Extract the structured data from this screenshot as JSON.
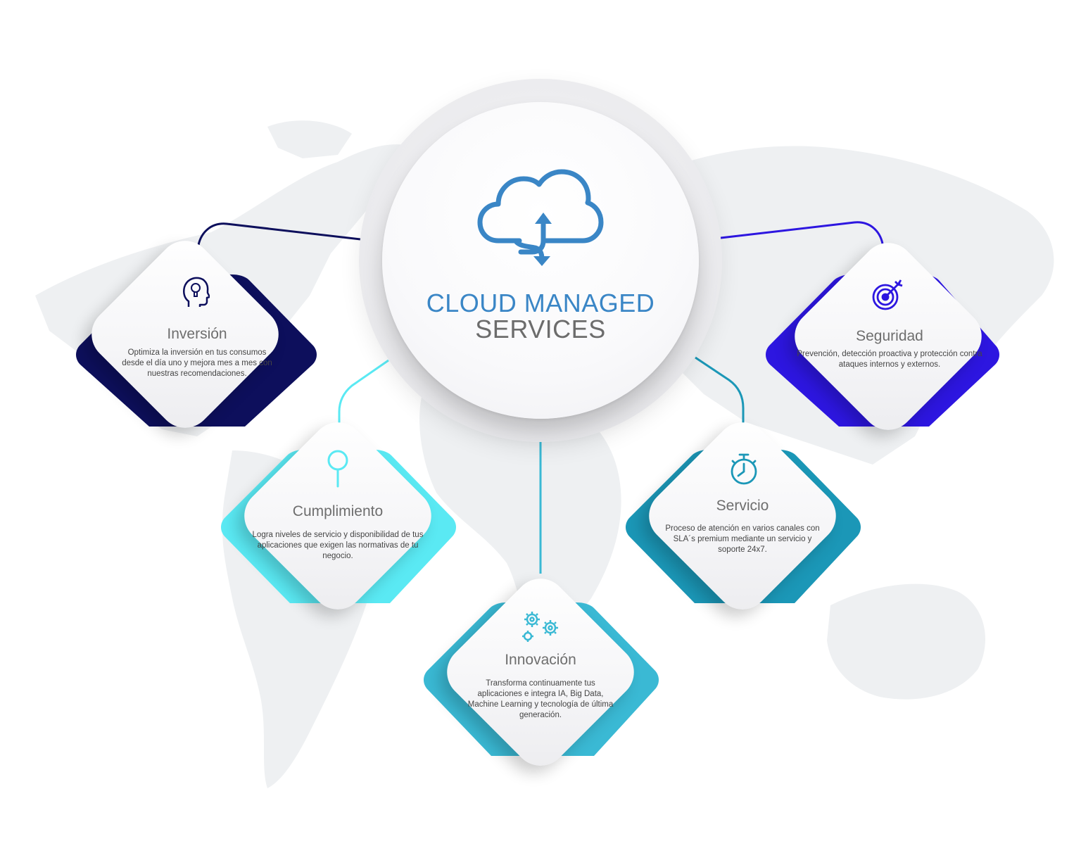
{
  "hub": {
    "title": "CLOUD MANAGED",
    "subtitle": "SERVICES",
    "icon": "cloud-sync-icon",
    "title_color": "#3a86c6",
    "subtitle_color": "#6c6c6c"
  },
  "cards": {
    "inversion": {
      "title": "Inversión",
      "description": "Optimiza la inversión en tus consumos desde el día uno y mejora mes a mes con nuestras recomendaciones.",
      "icon": "head-lightbulb-icon",
      "color": "#0d0f5c"
    },
    "cumplimiento": {
      "title": "Cumplimiento",
      "description": "Logra niveles de servicio y disponibilidad de tus aplicaciones que exigen las normativas de tu negocio.",
      "icon": "magnifier-icon",
      "color": "#5ae9f3"
    },
    "innovacion": {
      "title": "Innovación",
      "description": "Transforma continuamente tus aplicaciones e integra IA, Big Data, Machine Learning y tecnología de última generación.",
      "icon": "gears-icon",
      "color": "#3ab9d4"
    },
    "servicio": {
      "title": "Servicio",
      "description": "Proceso de atención en varios canales con SLA´s premium mediante un servicio y soporte 24x7.",
      "icon": "stopwatch-icon",
      "color": "#1b97b7"
    },
    "seguridad": {
      "title": "Seguridad",
      "description": "Prevención, detección proactiva y protección contra ataques internos y externos.",
      "icon": "target-arrow-icon",
      "color": "#2d16e0"
    }
  }
}
